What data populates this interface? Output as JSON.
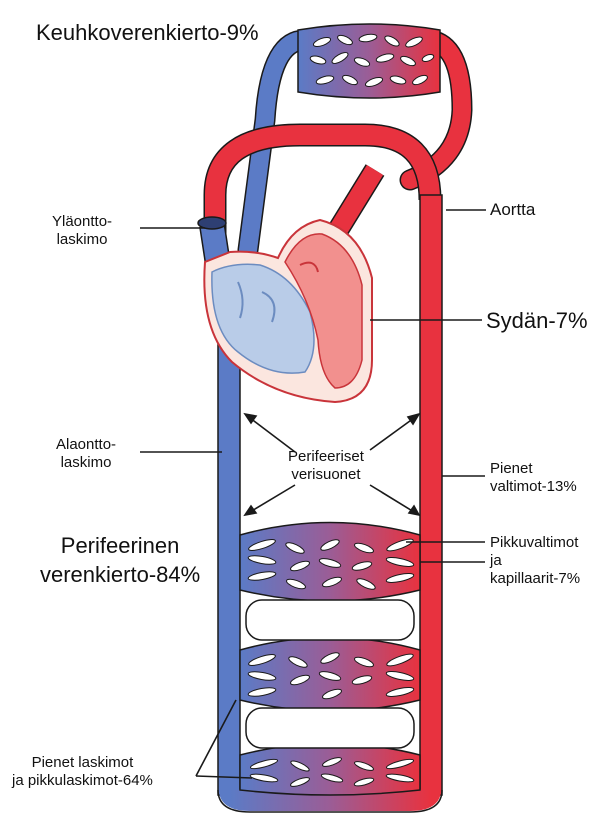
{
  "labels": {
    "pulmonary": "Keuhkoverenkierto-9%",
    "superior_vena_cava": [
      "Yläontto-",
      "laskimo"
    ],
    "aorta": "Aortta",
    "heart": "Sydän-7%",
    "inferior_vena_cava": [
      "Alaontto-",
      "laskimo"
    ],
    "peripheral_vessels": [
      "Perifeeriset",
      "verisuonet"
    ],
    "small_arteries": [
      "Pienet",
      "valtimot-13%"
    ],
    "peripheral_circulation": [
      "Perifeerinen",
      "verenkierto-84%"
    ],
    "arterioles_capillaries": [
      "Pikkuvaltimot",
      "ja",
      "kapillaarit-7%"
    ],
    "small_veins": [
      "Pienet laskimot",
      "ja pikkulaskimot-64%"
    ]
  },
  "colors": {
    "arterial": "#e8323f",
    "venous": "#5b7bc6",
    "heart_outline": "#c9343a"
  }
}
